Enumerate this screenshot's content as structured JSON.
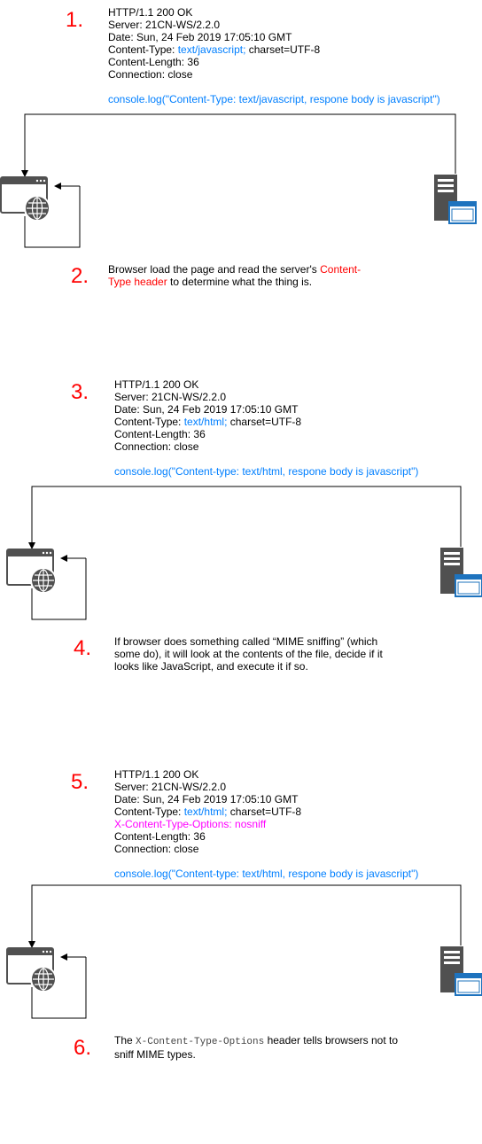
{
  "steps": [
    {
      "number": "1.",
      "response": {
        "status": "HTTP/1.1 200 OK",
        "server": "Server: 21CN-WS/2.2.0",
        "date": "Date: Sun, 24 Feb 2019 17:05:10 GMT",
        "content_type_prefix": "Content-Type: ",
        "content_type_value": "text/javascript;",
        "content_type_suffix": " charset=UTF-8",
        "content_length": "Content-Length: 36",
        "connection": "Connection: close",
        "body": "console.log(\"Content-Type: text/javascript, respone body is javascript\")"
      }
    },
    {
      "number": "2.",
      "text_before": "Browser load the page and read the server's ",
      "text_highlight": "Content-Type header",
      "text_after": " to determine what the thing is."
    },
    {
      "number": "3.",
      "response": {
        "status": "HTTP/1.1 200 OK",
        "server": "Server: 21CN-WS/2.2.0",
        "date": "Date: Sun, 24 Feb 2019 17:05:10 GMT",
        "content_type_prefix": "Content-Type: ",
        "content_type_value": "text/html;",
        "content_type_suffix": " charset=UTF-8",
        "content_length": "Content-Length: 36",
        "connection": "Connection: close",
        "body": "console.log(\"Content-type: text/html, respone body is javascript\")"
      }
    },
    {
      "number": "4.",
      "text": "If browser does something called “MIME sniffing” (which some do), it will look at the contents of the file, decide if it looks like JavaScript, and execute it if so."
    },
    {
      "number": "5.",
      "response": {
        "status": "HTTP/1.1 200 OK",
        "server": "Server: 21CN-WS/2.2.0",
        "date": "Date: Sun, 24 Feb 2019 17:05:10 GMT",
        "content_type_prefix": "Content-Type: ",
        "content_type_value": "text/html;",
        "content_type_suffix": " charset=UTF-8",
        "nosniff": "X-Content-Type-Options: nosniff",
        "content_length": "Content-Length: 36",
        "connection": "Connection: close",
        "body": "console.log(\"Content-type: text/html, respone body is javascript\")"
      }
    },
    {
      "number": "6.",
      "text_before": "The ",
      "text_code": "X-Content-Type-Options",
      "text_after": " header tells browsers not to sniff MIME types."
    }
  ],
  "colors": {
    "number": "#ff0000",
    "content_type": "#007fff",
    "body": "#007fff",
    "highlight": "#ff0000",
    "nosniff": "#ff00ff",
    "icon_dark": "#505050",
    "window_blue": "#1e73be"
  },
  "icons": [
    "browser-globe-icon",
    "server-icon",
    "server-window-icon"
  ]
}
